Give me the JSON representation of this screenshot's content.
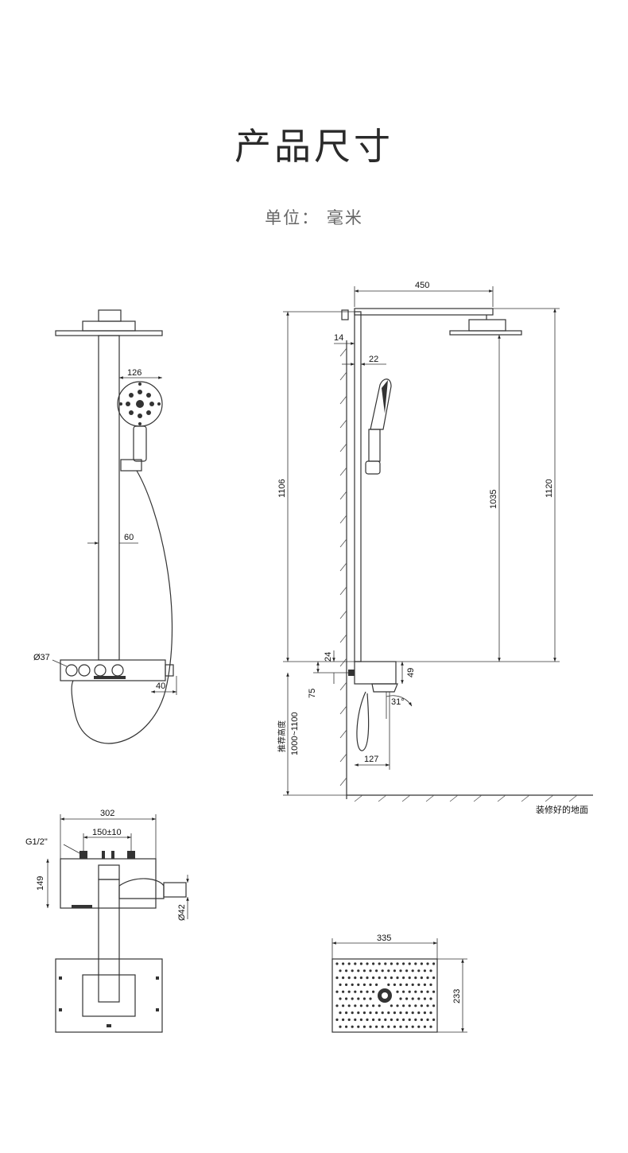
{
  "header": {
    "title": "产品尺寸",
    "unit_label": "单位： 毫米"
  },
  "front_view": {
    "dim_handshower_width": "126",
    "dim_pipe_offset": "60",
    "dim_knob": "Ø37",
    "dim_outlet": "40"
  },
  "side_view": {
    "dim_arm_length": "450",
    "dim_wall_gap": "14",
    "dim_pipe": "22",
    "dim_total_height": "1106",
    "dim_handshower_height": "1035",
    "dim_head_height": "1120",
    "dim_mixer_top": "24",
    "dim_inlet": "75",
    "dim_mixer_height": "49",
    "dim_angle": "31°",
    "dim_projection": "127",
    "recommended_height_label": "推荐高度",
    "recommended_height_value": "1000~1100",
    "floor_label": "装修好的地面"
  },
  "top_view": {
    "dim_width": "302",
    "dim_centers": "150±10",
    "dim_thread": "G1/2\"",
    "dim_depth": "149",
    "dim_diameter": "Ø42"
  },
  "head_view": {
    "dim_width": "335",
    "dim_height": "233"
  }
}
